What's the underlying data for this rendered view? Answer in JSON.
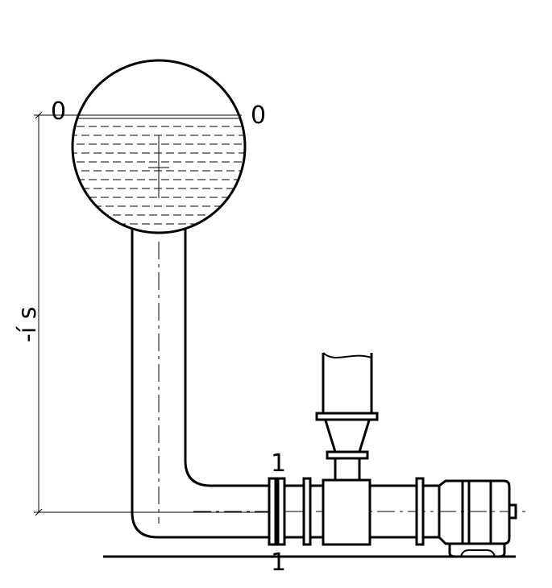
{
  "labels": {
    "level_left": "0",
    "level_right": "0",
    "section_top": "1",
    "section_bottom": "1",
    "height_dimension": "-í s"
  }
}
